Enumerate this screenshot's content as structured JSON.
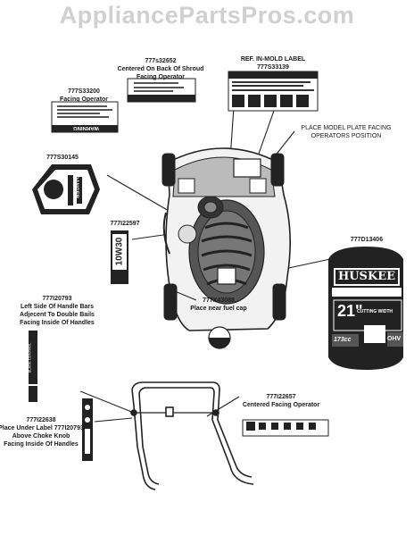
{
  "watermark": "AppliancePartsPros.com",
  "labels": {
    "shroud": {
      "part": "777s32652",
      "l1": "Centered On Back Of Shroud",
      "l2": "Facing Operator"
    },
    "inmold": {
      "part_title": "REF. IN-MOLD LABEL",
      "part": "777S33139"
    },
    "facing_op": {
      "part": "777S33200",
      "l1": "Facing Operator"
    },
    "model_plate": {
      "l1": "PLACE MODEL PLATE FACING",
      "l2": "OPERATORS POSITION"
    },
    "danger": {
      "part": "777S30145"
    },
    "oil": {
      "part": "777I22597"
    },
    "huskee": {
      "part": "777D13406"
    },
    "handle_left": {
      "part": "777I20793",
      "l1": "Left Side Of Handle Bars",
      "l2": "Adjecent To Double Bails",
      "l3": "Facing Inside Of Handles"
    },
    "fuel": {
      "part": "777X43088",
      "l1": "Place near fuel cap"
    },
    "centered_op": {
      "part": "777I22657",
      "l1": "Centered Facing Operator"
    },
    "choke": {
      "part": "777I22638",
      "l1": "Place Under Label 777I20793",
      "l2": "Above Choke Knob",
      "l3": "Facing Inside Of Handles"
    }
  },
  "decals": {
    "warning_word": "WARNING",
    "danger_word": "DANGER",
    "oil_text": "10W30",
    "brand": "HUSKEE",
    "size": "21\"",
    "size_sub": "CUTTING WIDTH",
    "engine_cc": "173cc",
    "engine_type": "OHV",
    "bail_text": "BLADE CONTROL"
  },
  "colors": {
    "ink": "#1a1a1a",
    "watermark": "#d0d0d0"
  }
}
